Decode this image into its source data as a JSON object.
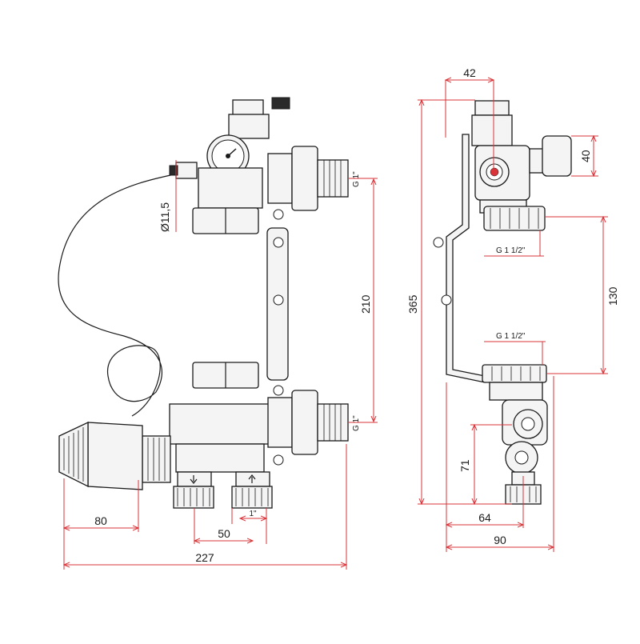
{
  "left_view": {
    "dimensions": {
      "thread_top": "G 1\"",
      "thread_bottom": "G 1\"",
      "sensor_diameter": "Ø11,5",
      "height_between_ports": "210",
      "handle_length": "80",
      "port_spacing": "50",
      "port_thread": "1\"",
      "total_width": "227"
    }
  },
  "right_view": {
    "dimensions": {
      "top_width": "42",
      "vent_width": "40",
      "total_height": "365",
      "union_top": "G 1 1/2\"",
      "union_bottom": "G 1 1/2\"",
      "union_spacing": "130",
      "pump_axis_height": "71",
      "pump_axis_depth": "64",
      "total_depth": "90"
    }
  },
  "colors": {
    "dimension": "#d9343a",
    "outline": "#1a1a1a"
  }
}
